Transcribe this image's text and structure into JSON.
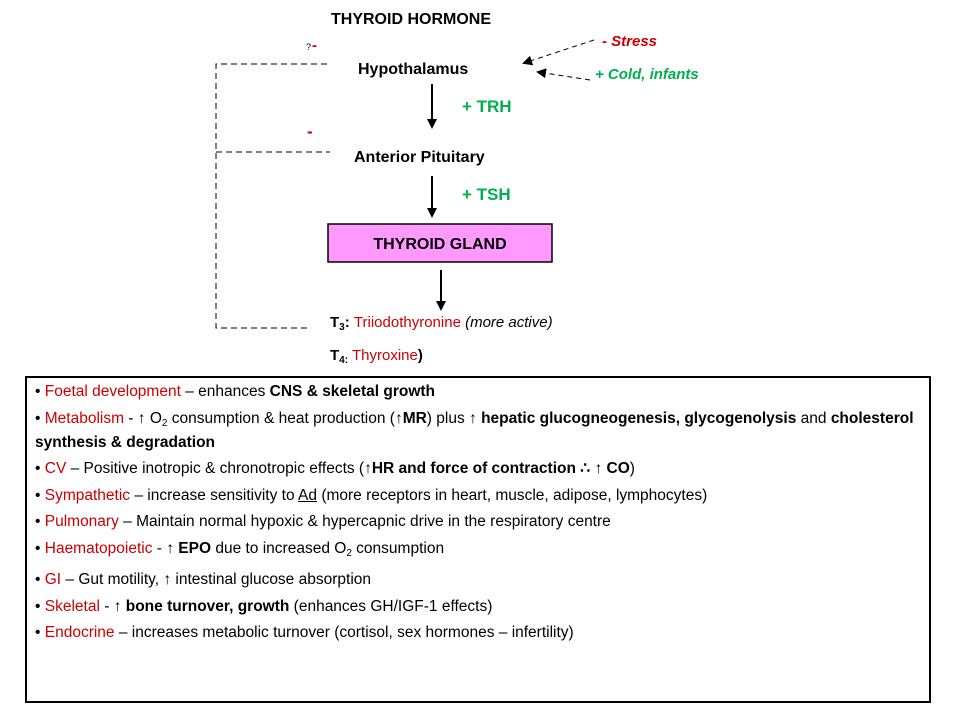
{
  "title": "THYROID HORMONE",
  "axis": {
    "hypothalamus": "Hypothalamus",
    "anterior_pituitary": "Anterior Pituitary",
    "thyroid_gland": "THYROID GLAND",
    "trh": "+ TRH",
    "tsh": "+ TSH"
  },
  "inputs": {
    "stress": "- Stress",
    "cold": "+ Cold, infants"
  },
  "feedback": {
    "hypothalamus_sign": "-",
    "hypothalamus_query": "?",
    "pituitary_sign": "-"
  },
  "hormones": {
    "t3_symbol": "T",
    "t3_sub": "3",
    "t3_colon": ": ",
    "t3_name": "Triiodothyronine",
    "t3_note": "(more active)",
    "t4_symbol": "T",
    "t4_sub": "4:",
    "t4_name": "Thyroxine",
    "t4_close": ")"
  },
  "colors": {
    "red": "#cc0000",
    "green": "#00b050",
    "gland_fill": "#ff99ff"
  },
  "effects": {
    "bullet": "•",
    "up_arrow": "↑",
    "therefore": "∴",
    "foetal": {
      "cat": "Foetal development",
      "t1": " – enhances ",
      "b1": "CNS & skeletal growth"
    },
    "metabolism": {
      "cat": "Metabolism",
      "t1": " - ",
      "t2": " O",
      "sub": "2",
      "t3": " consumption & heat production (",
      "b1": "MR",
      "t4": ") plus ",
      "b2": " hepatic glucogneogenesis, glycogenolysis",
      "t5": " and ",
      "b3": "cholesterol synthesis & degradation"
    },
    "cv": {
      "cat": "CV",
      "t1": " – Positive inotropic & chronotropic effects (",
      "b1": "HR and force of contraction ",
      "b2": "CO",
      "t2": ")"
    },
    "sympathetic": {
      "cat": "Sympathetic",
      "t1": " – increase sensitivity to ",
      "u1": "Ad",
      "t2": " (more receptors in heart, muscle, adipose, lymphocytes)"
    },
    "pulmonary": {
      "cat": "Pulmonary",
      "t1": " – Maintain normal hypoxic & hypercapnic drive in the respiratory centre"
    },
    "haemato": {
      "cat": "Haematopoietic",
      "t1": " - ",
      "b1": " EPO",
      "t2": " due to increased O",
      "sub": "2",
      "t3": " consumption"
    },
    "gi": {
      "cat": "GI",
      "t1": " – Gut motility, ",
      "t2": " intestinal glucose absorption"
    },
    "skeletal": {
      "cat": "Skeletal",
      "t1": " - ",
      "b1": " bone turnover, growth",
      "t2": " (enhances GH/IGF-1 effects)"
    },
    "endocrine": {
      "cat": "Endocrine",
      "t1": " – increases metabolic turnover (cortisol, sex hormones – infertility)"
    }
  }
}
